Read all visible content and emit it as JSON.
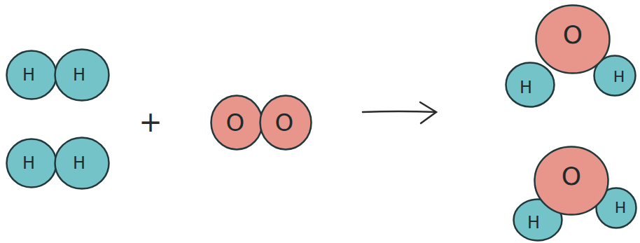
{
  "diagram": {
    "nodes": [
      {
        "text": [
          "H"
        ]
      },
      {
        "text": [
          "H"
        ]
      },
      {
        "text": [
          "H"
        ]
      },
      {
        "text": [
          "H"
        ]
      },
      {
        "text": [
          "O"
        ]
      },
      {
        "text": [
          "O"
        ]
      },
      {
        "text": [
          "O"
        ]
      },
      {
        "text": [
          "H"
        ]
      },
      {
        "text": [
          "H"
        ]
      },
      {
        "text": [
          "O"
        ]
      },
      {
        "text": [
          "H"
        ]
      },
      {
        "text": [
          "H"
        ]
      }
    ],
    "labels": [
      "+"
    ]
  }
}
